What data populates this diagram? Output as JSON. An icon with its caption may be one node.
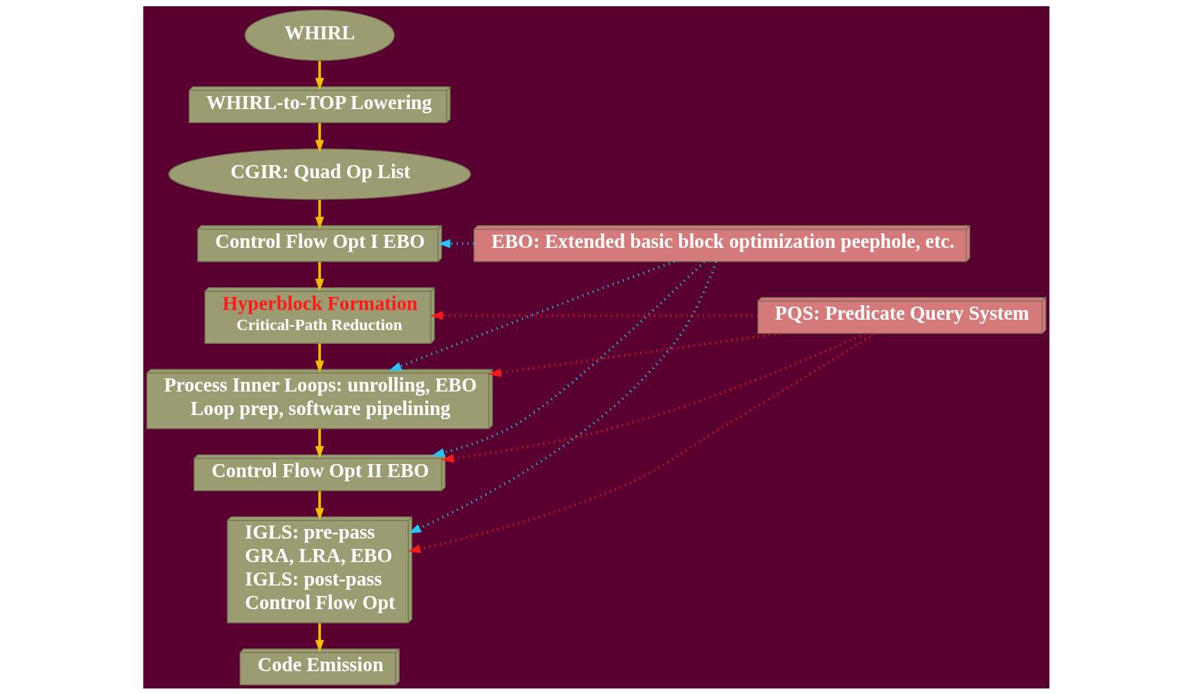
{
  "diagram": {
    "nodes": [
      {
        "text": [
          "WHIRL"
        ]
      },
      {
        "text": [
          "WHIRL-to-TOP Lowering"
        ]
      },
      {
        "text": [
          "CGIR: Quad Op List"
        ]
      },
      {
        "text": [
          "Control Flow Opt I EBO"
        ]
      },
      {
        "text": [
          "Hyperblock Formation",
          "Critical-Path Reduction"
        ]
      },
      {
        "text": [
          "Process Inner Loops: unrolling, EBO",
          "Loop prep, software pipelining"
        ]
      },
      {
        "text": [
          "Control Flow Opt II EBO"
        ]
      },
      {
        "text": [
          "IGLS: pre-pass",
          "GRA, LRA, EBO",
          "IGLS: post-pass",
          "Control Flow Opt"
        ]
      },
      {
        "text": [
          "Code Emission"
        ]
      },
      {
        "text": [
          "EBO: Extended basic block optimization peephole, etc."
        ]
      },
      {
        "text": [
          "PQS: Predicate Query System"
        ]
      }
    ],
    "edges": [
      {
        "from": 0,
        "to": 1,
        "arrow": "to"
      },
      {
        "from": 1,
        "to": 2,
        "arrow": "to"
      },
      {
        "from": 2,
        "to": 3,
        "arrow": "to"
      },
      {
        "from": 3,
        "to": 4,
        "arrow": "to"
      },
      {
        "from": 4,
        "to": 5,
        "arrow": "to"
      },
      {
        "from": 5,
        "to": 6,
        "arrow": "to"
      },
      {
        "from": 6,
        "to": 7,
        "arrow": "to"
      },
      {
        "from": 7,
        "to": 8,
        "arrow": "to"
      },
      {
        "from": 9,
        "to": 3,
        "arrow": "to",
        "style": "dashed",
        "color": "#29c4f6"
      },
      {
        "from": 9,
        "to": 5,
        "arrow": "to",
        "style": "dashed",
        "color": "#29c4f6"
      },
      {
        "from": 9,
        "to": 6,
        "arrow": "to",
        "style": "dashed",
        "color": "#29c4f6"
      },
      {
        "from": 9,
        "to": 7,
        "arrow": "to",
        "style": "dashed",
        "color": "#29c4f6"
      },
      {
        "from": 10,
        "to": 4,
        "arrow": "to",
        "style": "dashed",
        "color": "#ee1c1c"
      },
      {
        "from": 10,
        "to": 5,
        "arrow": "to",
        "style": "dashed",
        "color": "#ee1c1c"
      },
      {
        "from": 10,
        "to": 6,
        "arrow": "to",
        "style": "dashed",
        "color": "#ee1c1c"
      },
      {
        "from": 10,
        "to": 7,
        "arrow": "to",
        "style": "dashed",
        "color": "#ee1c1c"
      }
    ]
  }
}
